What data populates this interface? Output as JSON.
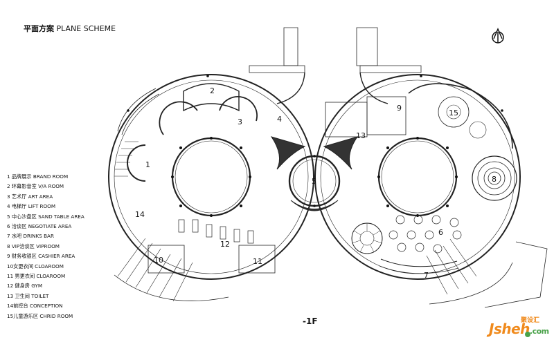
{
  "header": {
    "title_zh": "平面方案",
    "title_en": "PLANE SCHEME"
  },
  "floor_label": "-1F",
  "legend": [
    "1 品牌展示  BRAND ROOM",
    "2 环幕影音室 V/A ROOM",
    "3 艺术厅  ART AREA",
    "4 电梯厅 LIFT ROOM",
    "5 中心沙盘区 SAND TABLE AREA",
    "6 洽谈区 NEGOTIATE AREA",
    "7 水吧 DRINKS BAR",
    "8 VIP洽谈区 VIPROOM",
    "9 财务收银区 CASHIER AREA",
    "10女更衣间 CLOAROOM",
    "11 男更衣间 CLOAROOM",
    "12 健身房 GYM",
    "13 卫生间 TOILET",
    "14前控台 CONCEPTION",
    "15儿童游乐区  CHRID ROOM"
  ],
  "room_numbers": [
    "1",
    "2",
    "3",
    "4",
    "5",
    "6",
    "7",
    "8",
    "9",
    "10",
    "11",
    "12",
    "13",
    "14",
    "15"
  ],
  "north_icon": "north-arrow-icon",
  "watermark": {
    "main": "Jsheh",
    "suffix": ".com",
    "zh": "聚设汇"
  }
}
